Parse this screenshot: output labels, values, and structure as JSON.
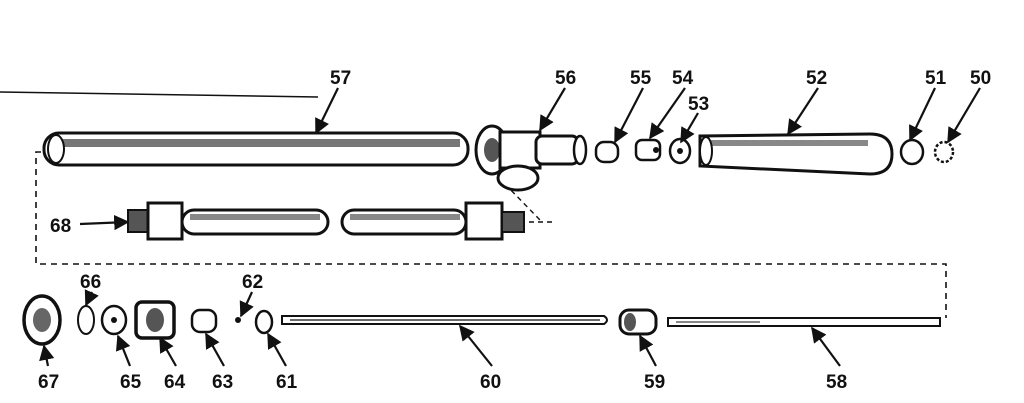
{
  "diagram": {
    "parts": [
      {
        "id": "p57",
        "label": "57"
      },
      {
        "id": "p56",
        "label": "56"
      },
      {
        "id": "p55",
        "label": "55"
      },
      {
        "id": "p54",
        "label": "54"
      },
      {
        "id": "p53",
        "label": "53"
      },
      {
        "id": "p52",
        "label": "52"
      },
      {
        "id": "p51",
        "label": "51"
      },
      {
        "id": "p50",
        "label": "50"
      },
      {
        "id": "p68",
        "label": "68"
      },
      {
        "id": "p66",
        "label": "66"
      },
      {
        "id": "p62",
        "label": "62"
      },
      {
        "id": "p67",
        "label": "67"
      },
      {
        "id": "p65",
        "label": "65"
      },
      {
        "id": "p64",
        "label": "64"
      },
      {
        "id": "p63",
        "label": "63"
      },
      {
        "id": "p61",
        "label": "61"
      },
      {
        "id": "p60",
        "label": "60"
      },
      {
        "id": "p59",
        "label": "59"
      },
      {
        "id": "p58",
        "label": "58"
      }
    ]
  },
  "colors": {
    "ink": "#111111",
    "shade": "#555555",
    "paper": "#ffffff"
  }
}
